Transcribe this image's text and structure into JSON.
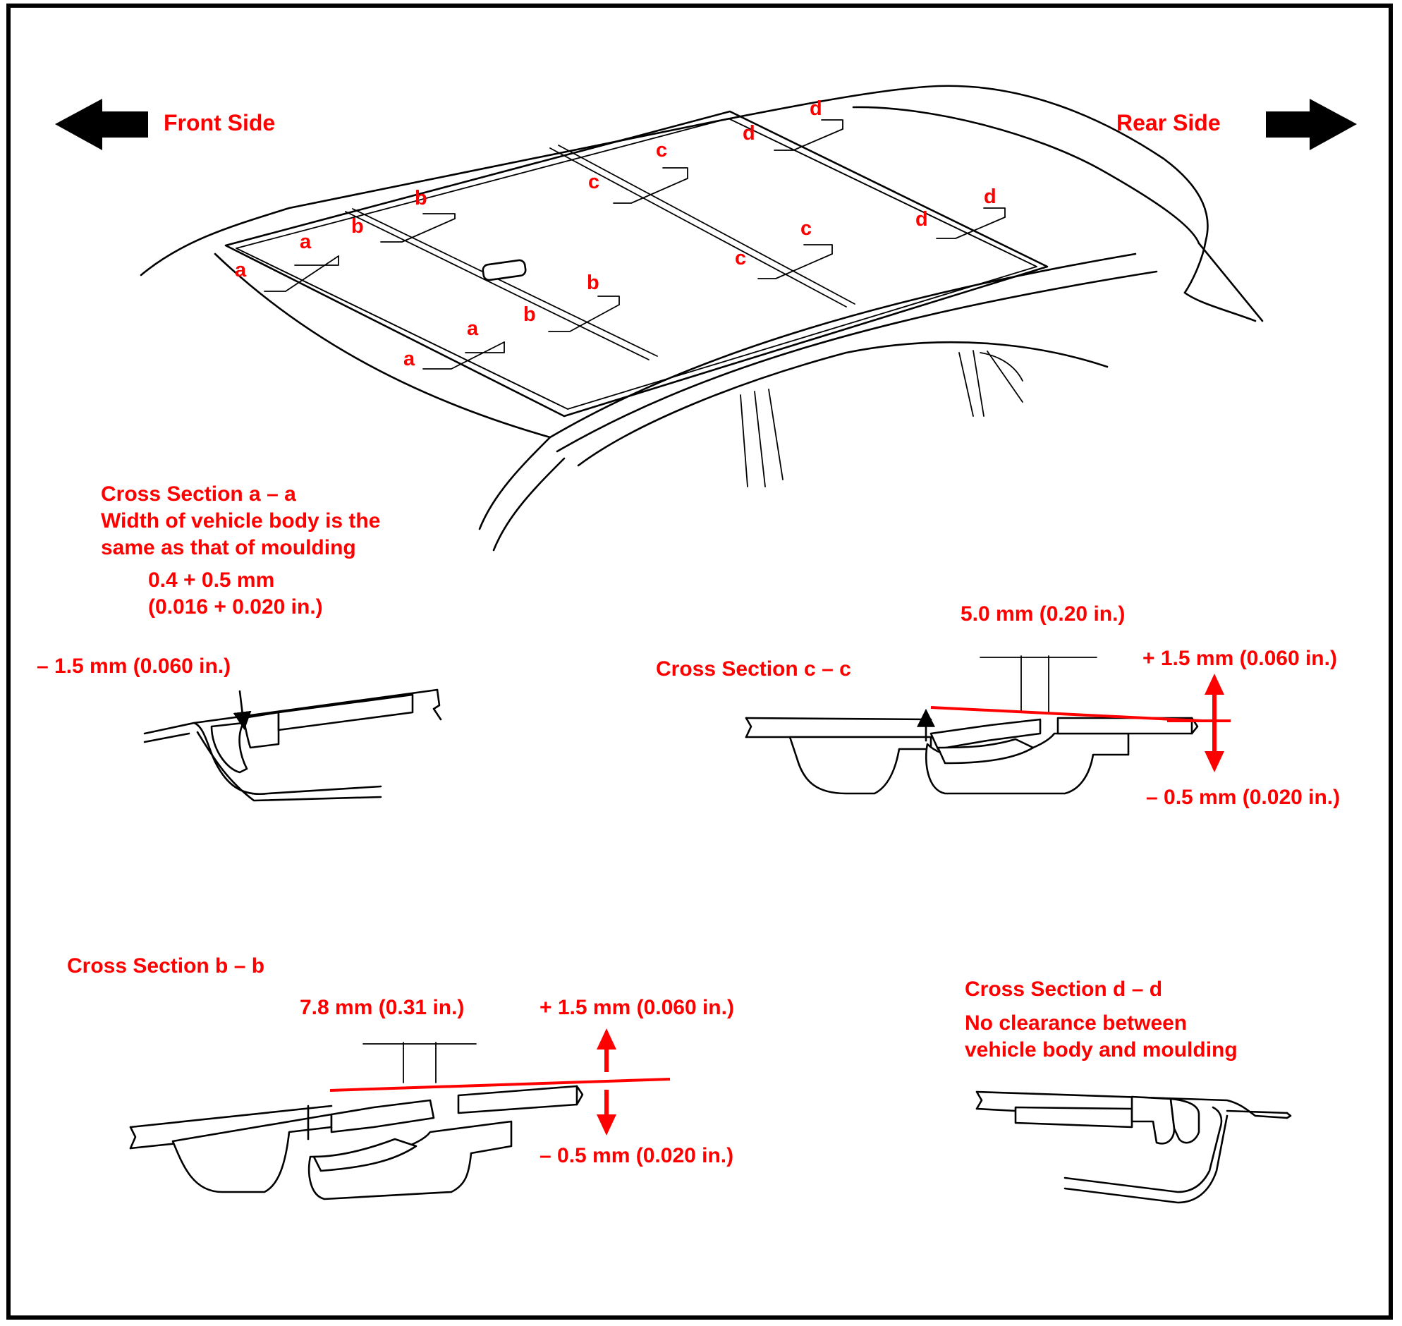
{
  "directions": {
    "front": "Front Side",
    "rear": "Rear Side"
  },
  "section_marks": {
    "a": "a",
    "b": "b",
    "c": "c",
    "d": "d"
  },
  "section_aa": {
    "title": "Cross Section a – a",
    "note_line1": "Width of vehicle body is the",
    "note_line2": "same as that of moulding",
    "tolerance_mm": "0.4 + 0.5 mm",
    "tolerance_in": "(0.016 + 0.020 in.)",
    "minus": "– 1.5 mm (0.060 in.)"
  },
  "section_bb": {
    "title": "Cross Section b – b",
    "width": "7.8 mm (0.31 in.)",
    "plus": "+ 1.5 mm (0.060 in.)",
    "minus": "– 0.5 mm (0.020 in.)"
  },
  "section_cc": {
    "title": "Cross Section c – c",
    "width": "5.0 mm (0.20 in.)",
    "plus": "+ 1.5 mm (0.060 in.)",
    "minus": "– 0.5 mm (0.020 in.)"
  },
  "section_dd": {
    "title": "Cross Section d – d",
    "note_line1": "No clearance between",
    "note_line2": "vehicle body and moulding"
  },
  "colors": {
    "annotation": "#ff0000",
    "line": "#000000",
    "background": "#ffffff"
  }
}
